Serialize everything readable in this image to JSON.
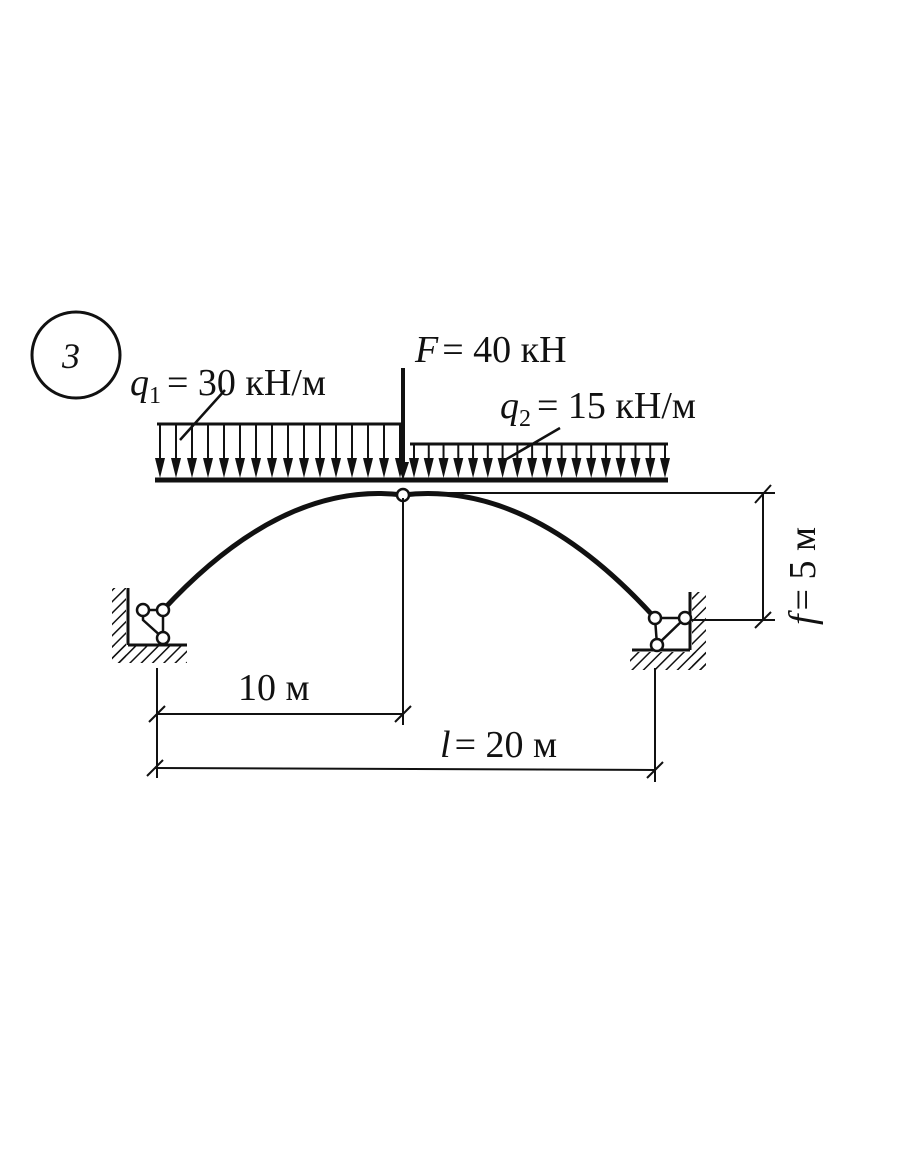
{
  "problem_number": "3",
  "loads": {
    "q1_symbol": "q",
    "q1_sub": "1",
    "q1_value": "= 30 кН/м",
    "q2_symbol": "q",
    "q2_sub": "2",
    "q2_value": "= 15 кН/м",
    "F_symbol": "F",
    "F_value": "= 40 кН"
  },
  "dimensions": {
    "half_span": "10 м",
    "span_symbol": "l",
    "span_value": "= 20 м",
    "rise_symbol": "f",
    "rise_value": "= 5 м"
  },
  "colors": {
    "ink": "#111111",
    "background": "#ffffff"
  }
}
